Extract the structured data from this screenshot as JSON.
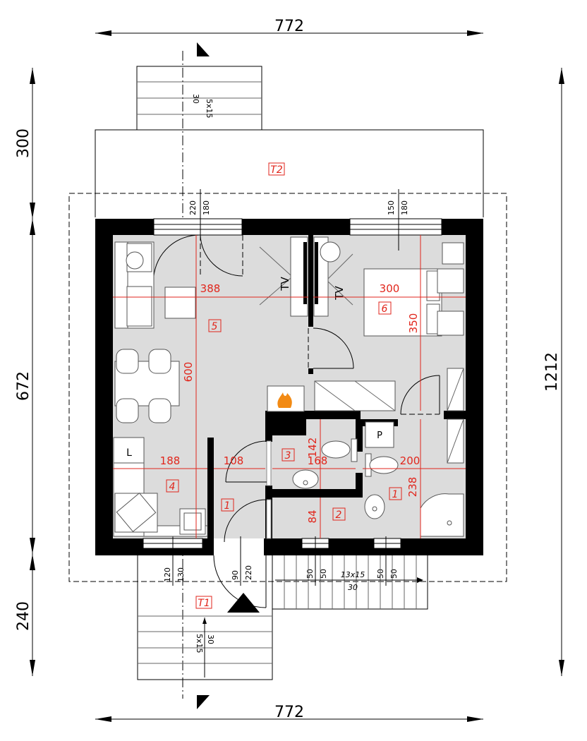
{
  "dimensions": {
    "top_width": "772",
    "bottom_width": "772",
    "total_height": "1212",
    "left_top": "300",
    "left_mid": "672",
    "left_bottom": "240"
  },
  "window_labels": {
    "w1_a": "220",
    "w1_b": "180",
    "w2_a": "150",
    "w2_b": "180",
    "w3_a": "120",
    "w3_b": "130",
    "w4_a": "90",
    "w4_b": "220",
    "w5_a": "50",
    "w5_b": "50",
    "w6_a": "50",
    "w6_b": "50"
  },
  "stairs": {
    "top_a": "5x15",
    "top_b": "30",
    "bottom_a": "5x15",
    "bottom_b": "30",
    "right_a": "13x15",
    "right_b": "30"
  },
  "rooms": {
    "t1": "T1",
    "t2": "T2",
    "r1a": "1",
    "r1b": "1",
    "r2": "2",
    "r3": "3",
    "r4": "4",
    "r5": "5",
    "r6": "6"
  },
  "red_dims": {
    "d388": "388",
    "d300": "300",
    "d350": "350",
    "d600": "600",
    "d188": "188",
    "d108": "108",
    "d168": "168",
    "d200": "200",
    "d142": "142",
    "d238": "238",
    "d84": "84"
  },
  "fixtures": {
    "tv_left": "TV",
    "tv_right": "TV",
    "fridge": "L",
    "boiler": "P"
  },
  "colors": {
    "wall": "#000000",
    "floor": "#dcdcdc",
    "annotation": "#e1261c",
    "fire": "#f28a14"
  }
}
